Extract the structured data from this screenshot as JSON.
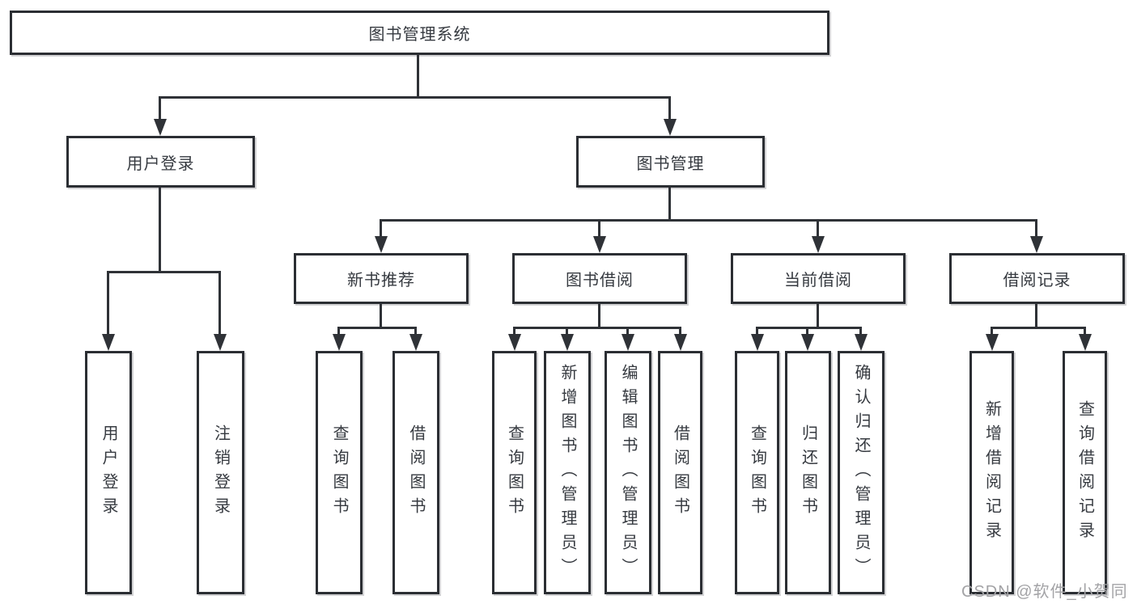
{
  "diagram": {
    "colors": {
      "line": "#2f3237",
      "box_border": "#2b2e33",
      "text": "#363a40",
      "background": "#ffffff",
      "watermark": "#a3a3a6"
    },
    "tree": {
      "label": "图书管理系统",
      "children": [
        {
          "label": "用户登录",
          "children": [
            {
              "label": "用户登录"
            },
            {
              "label": "注销登录"
            }
          ]
        },
        {
          "label": "图书管理",
          "children": [
            {
              "label": "新书推荐",
              "children": [
                {
                  "label": "查询图书"
                },
                {
                  "label": "借阅图书"
                }
              ]
            },
            {
              "label": "图书借阅",
              "children": [
                {
                  "label": "查询图书"
                },
                {
                  "label": "新增图书（管理员）"
                },
                {
                  "label": "编辑图书（管理员）"
                },
                {
                  "label": "借阅图书"
                }
              ]
            },
            {
              "label": "当前借阅",
              "children": [
                {
                  "label": "查询图书"
                },
                {
                  "label": "归还图书"
                },
                {
                  "label": "确认归还（管理员）"
                }
              ]
            },
            {
              "label": "借阅记录",
              "children": [
                {
                  "label": "新增借阅记录"
                },
                {
                  "label": "查询借阅记录"
                }
              ]
            }
          ]
        }
      ]
    },
    "watermark": {
      "text": "CSDN @软件_小贺同学"
    }
  }
}
